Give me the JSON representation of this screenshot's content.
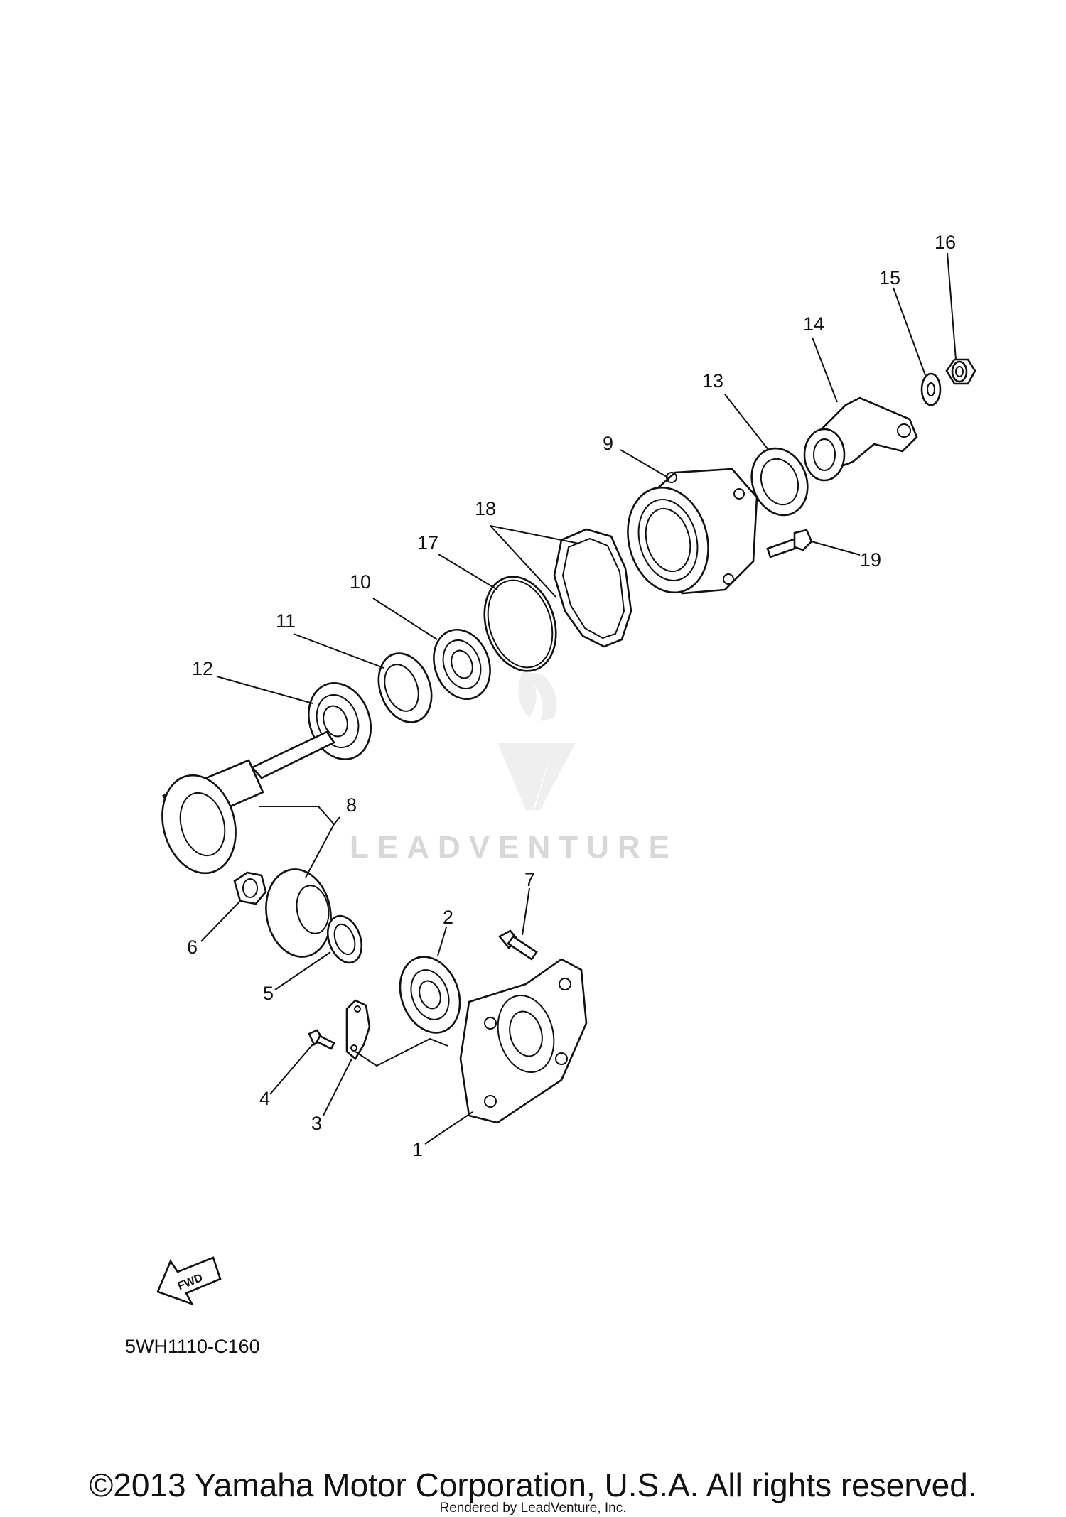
{
  "diagram": {
    "callouts": [
      {
        "id": "1",
        "label": "1"
      },
      {
        "id": "2",
        "label": "2"
      },
      {
        "id": "3",
        "label": "3"
      },
      {
        "id": "4",
        "label": "4"
      },
      {
        "id": "5",
        "label": "5"
      },
      {
        "id": "6",
        "label": "6"
      },
      {
        "id": "7",
        "label": "7"
      },
      {
        "id": "8",
        "label": "8"
      },
      {
        "id": "9",
        "label": "9"
      },
      {
        "id": "10",
        "label": "10"
      },
      {
        "id": "11",
        "label": "11"
      },
      {
        "id": "12",
        "label": "12"
      },
      {
        "id": "13",
        "label": "13"
      },
      {
        "id": "14",
        "label": "14"
      },
      {
        "id": "15",
        "label": "15"
      },
      {
        "id": "16",
        "label": "16"
      },
      {
        "id": "17",
        "label": "17"
      },
      {
        "id": "18",
        "label": "18"
      },
      {
        "id": "19",
        "label": "19"
      }
    ],
    "fwd_label": "FWD",
    "diagram_code": "5WH1110-C160"
  },
  "watermark": {
    "text": "LEADVENTURE",
    "color": "#d8d8d8"
  },
  "footer": {
    "copyright": "©2013 Yamaha Motor Corporation, U.S.A. All rights reserved.",
    "rendered_by": "Rendered by LeadVenture, Inc."
  }
}
